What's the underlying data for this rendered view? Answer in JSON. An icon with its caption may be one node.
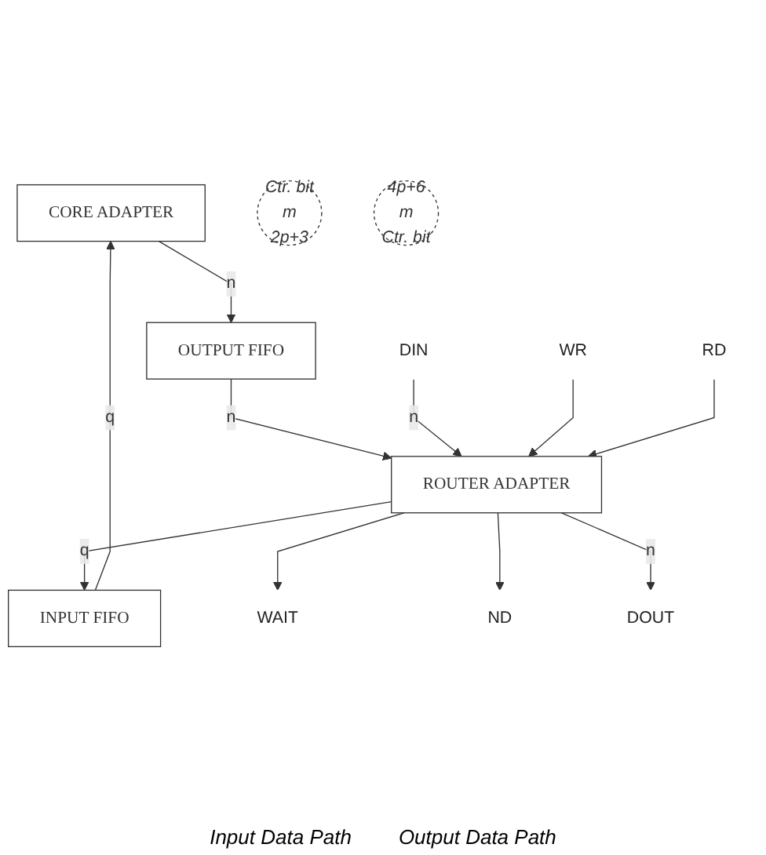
{
  "diagram": {
    "nodes": [
      {
        "text": [
          "CORE ADAPTER"
        ]
      },
      {
        "text": [
          "INPUT FIFO"
        ]
      },
      {
        "text": [
          "OUTPUT FIFO"
        ]
      },
      {
        "text": [
          "Ctr. bit",
          "m",
          "2p+3"
        ]
      },
      {
        "text": [
          "4p+6",
          "m",
          "Ctr. bit"
        ]
      },
      {
        "text": [
          "ROUTER ADAPTER"
        ]
      },
      {
        "text": [
          "DIN"
        ]
      },
      {
        "text": [
          "WR"
        ]
      },
      {
        "text": [
          "WAIT"
        ]
      },
      {
        "text": [
          "RD"
        ]
      },
      {
        "text": [
          "ND"
        ]
      },
      {
        "text": [
          "DOUT"
        ]
      }
    ],
    "edges": [
      {
        "from": 5,
        "to": 1,
        "arrow": "to",
        "label": "q"
      },
      {
        "from": 1,
        "to": 0,
        "arrow": "to",
        "label": "q"
      },
      {
        "from": 0,
        "to": 2,
        "arrow": "to",
        "label": "n"
      },
      {
        "from": 2,
        "to": 5,
        "arrow": "to",
        "label": "n"
      },
      {
        "from": 6,
        "to": 5,
        "arrow": "to",
        "label": "n"
      },
      {
        "from": 7,
        "to": 5,
        "arrow": "to"
      },
      {
        "from": 5,
        "to": 8,
        "arrow": "to"
      },
      {
        "from": 9,
        "to": 5,
        "arrow": "to"
      },
      {
        "from": 5,
        "to": 10,
        "arrow": "to"
      },
      {
        "from": 5,
        "to": 11,
        "arrow": "to",
        "label": "n"
      }
    ],
    "labels": [
      "Input Data Path",
      "Output Data Path"
    ]
  }
}
